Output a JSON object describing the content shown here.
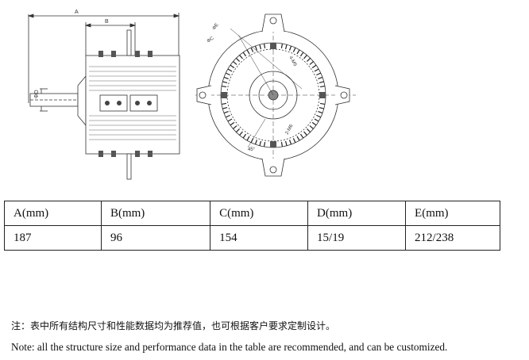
{
  "drawing": {
    "side_view_labels": {
      "a": "A",
      "b": "B",
      "d": "ΦD"
    },
    "front_view_labels": {
      "e": "ΦE",
      "c": "ΦC",
      "angle": "45°",
      "bolt_left": "4-M5",
      "bolt_right": "2-M6"
    }
  },
  "table": {
    "headers": [
      "A(mm)",
      "B(mm)",
      "C(mm)",
      "D(mm)",
      "E(mm)"
    ],
    "rows": [
      [
        "187",
        "96",
        "154",
        "15/19",
        "212/238"
      ]
    ]
  },
  "notes": {
    "chinese": "注：表中所有结构尺寸和性能数据均为推荐值，也可根据客户要求定制设计。",
    "english": "Note: all the structure size and performance data in the table are recommended, and can be customized."
  }
}
